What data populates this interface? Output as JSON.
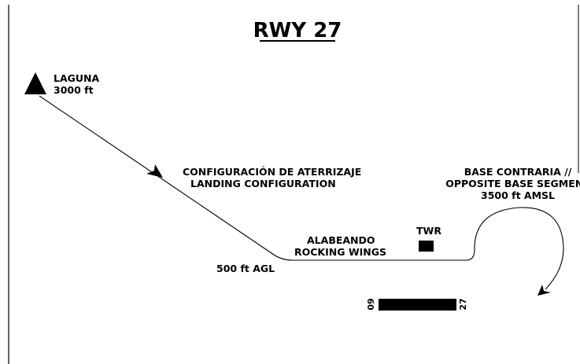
{
  "title": "RWY 27",
  "waypoint": {
    "name": "LAGUNA",
    "altitude": "3000 ft",
    "icon": "triangle-waypoint-icon"
  },
  "labels": {
    "landing_config_es": "CONFIGURACIÓN DE ATERRIZAJE",
    "landing_config_en": "LANDING CONFIGURATION",
    "agl": "500 ft AGL",
    "rocking_es": "ALABEANDO",
    "rocking_en": "ROCKING WINGS",
    "tower": "TWR",
    "base_line1": "BASE CONTRARIA //",
    "base_line2": "OPPOSITE BASE SEGMENT",
    "base_line3": "3500 ft AMSL"
  },
  "runway": {
    "end_west": "09",
    "end_east": "27",
    "icon": "runway-icon"
  },
  "colors": {
    "ink": "#000000",
    "background": "#ffffff"
  }
}
